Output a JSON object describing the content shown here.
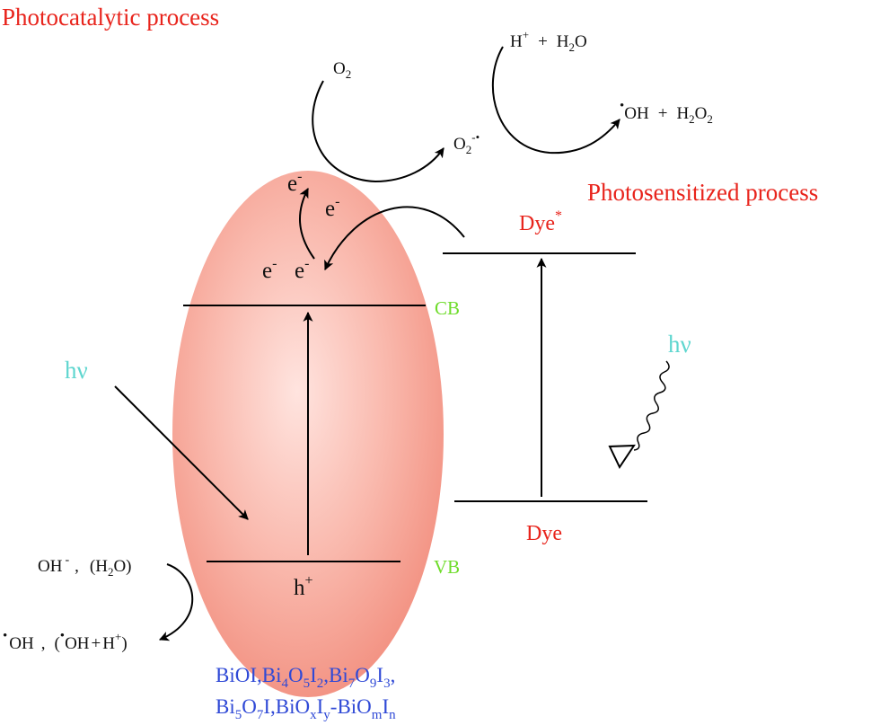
{
  "title": "Photocatalytic process",
  "photosensitized_title": "Photosensitized process",
  "colors": {
    "title": "#e8241c",
    "band_label": "#6edc2a",
    "light": "#5fd6cf",
    "dye": "#e8241c",
    "material": "#2f49d6",
    "text": "#111111",
    "ellipse_center": "#ffe4df",
    "ellipse_edge": "#f28f7f"
  },
  "bands": {
    "cb": "CB",
    "vb": "VB"
  },
  "light": {
    "left": "hν",
    "right": "hν"
  },
  "electrons": {
    "e": "e",
    "minus": "-",
    "hole": "h",
    "plus": "+"
  },
  "dye": {
    "excited": "Dye",
    "star": "*",
    "ground": "Dye"
  },
  "reactions": {
    "o2": "O",
    "sub2": "2",
    "superoxide": "O",
    "superoxide_charge": "-•",
    "hplus_h": "H",
    "hplus_plus": "+",
    "plus_sign": "+",
    "h2o_h": "H",
    "h2o_o": "O",
    "radical_dot": "•",
    "oh": "OH",
    "h2o2_h": "H",
    "h2o2_o": "O",
    "oh_minus_oh": "OH",
    "oh_minus_charge": "-",
    "comma": ",",
    "paren_open": "(",
    "paren_close": ")",
    "h_plus_h": "H",
    "h_plus_sign": "+"
  },
  "materials": {
    "line1": {
      "p1": "BiOI,Bi",
      "s1": "4",
      "p2": "O",
      "s2": "5",
      "p3": "I",
      "s3": "2",
      "p4": ",Bi",
      "s4": "7",
      "p5": "O",
      "s5": "9",
      "p6": "I",
      "s6": "3",
      "p7": ","
    },
    "line2": {
      "p1": "Bi",
      "s1": "5",
      "p2": "O",
      "s2": "7",
      "p3": "I,BiO",
      "s3": "x",
      "p4": "I",
      "s4": "y",
      "p5": "-BiO",
      "s5": "m",
      "p6": "I",
      "s6": "n"
    }
  }
}
